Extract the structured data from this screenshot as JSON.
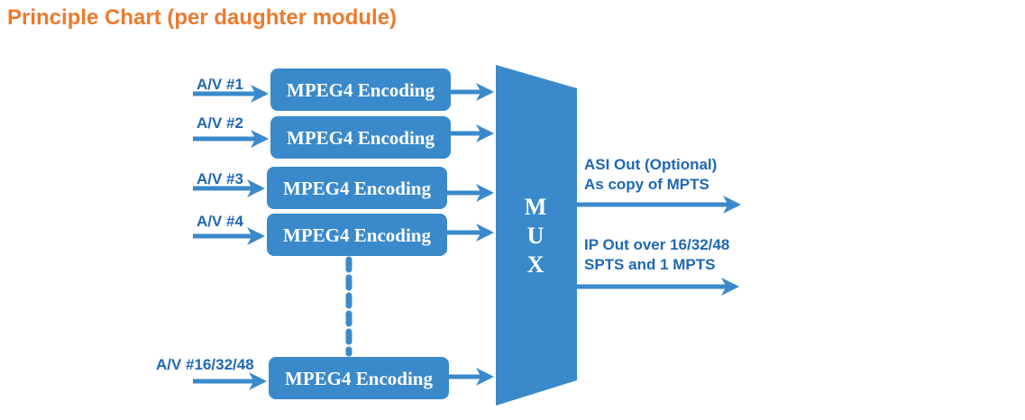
{
  "title": "Principle Chart (per daughter module)",
  "colors": {
    "block": "#3a8acb",
    "arrow": "#3a8acb",
    "label": "#1f68b3",
    "title": "#ec7a2e"
  },
  "inputs": [
    {
      "label": "A/V #1",
      "block": "MPEG4 Encoding"
    },
    {
      "label": "A/V #2",
      "block": "MPEG4 Encoding"
    },
    {
      "label": "A/V #3",
      "block": "MPEG4 Encoding"
    },
    {
      "label": "A/V #4",
      "block": "MPEG4 Encoding"
    },
    {
      "label": "A/V #16/32/48",
      "block": "MPEG4 Encoding"
    }
  ],
  "mux": {
    "letters": [
      "M",
      "U",
      "X"
    ]
  },
  "outputs": [
    {
      "line1": "ASI Out (Optional)",
      "line2": "As copy of  MPTS"
    },
    {
      "line1": "IP Out over 16/32/48",
      "line2": "SPTS and 1 MPTS"
    }
  ]
}
